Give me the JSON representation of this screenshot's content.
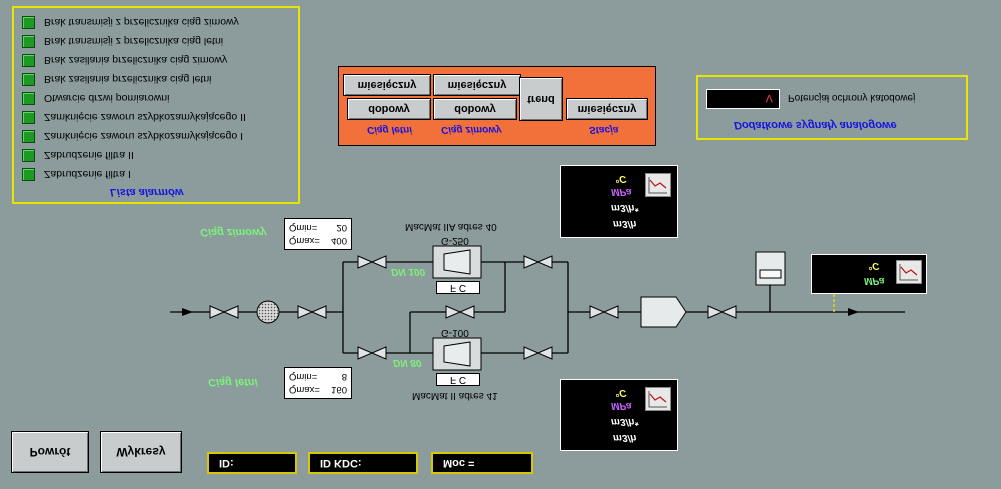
{
  "alarms": {
    "title": "Lista alarmów",
    "items": [
      "Brak transmisji z przelicznika ciąg zimowy",
      "Brak transmisji z przelicznika ciąg letni",
      "Brak zasilania przelicznika ciąg zimowy",
      "Brak zasilania przelicznika ciąg letni",
      "Otwarcie drzwi pomiarowni",
      "Zamknięcie zaworu szybkozamykającego II",
      "Zamknięcie zaworu szybkozamykającego I",
      "Zabrudzenie filtra II",
      "Zabrudzenie filtra I"
    ]
  },
  "reports": {
    "row_top": [
      "miesięczny",
      "miesięczny"
    ],
    "row_bottom": [
      "dobowy",
      "dobowy"
    ],
    "trend": "trend",
    "station_monthly": "miesięczny",
    "labels": [
      "Ciąg letni",
      "Ciąg zimowy",
      "Stacja"
    ]
  },
  "analog": {
    "value": "V",
    "label": "Potencjał ochrony katodowej",
    "title": "Dodatkowe sygnały analogowe"
  },
  "winter": {
    "label": "Ciąg zimowy",
    "qmax_label": "Qmax=",
    "qmax": "400",
    "qmin_label": "Qmin=",
    "qmin": "20",
    "meter_caption": "MacMat IIA adres 40",
    "meter_model": "G-250",
    "dn": "DN 100",
    "fc": "F C"
  },
  "summer": {
    "label": "Ciąg letni",
    "qmax_label": "Qmax=",
    "qmax": "160",
    "qmin_label": "Qmin=",
    "qmin": "8",
    "meter_caption": "MacMat II adres 41",
    "meter_model": "G-100",
    "dn": "DN 80",
    "fc": "F C"
  },
  "readouts": {
    "unit_temp": "°C",
    "unit_press": "MPa",
    "unit_flow_n": "m3/h*",
    "unit_flow": "m3/h"
  },
  "buttons": {
    "back": "Powrót",
    "charts": "Wykresy"
  },
  "fields": {
    "id": "ID:",
    "id_kdc": "ID KDC:",
    "power": "Moc ="
  }
}
